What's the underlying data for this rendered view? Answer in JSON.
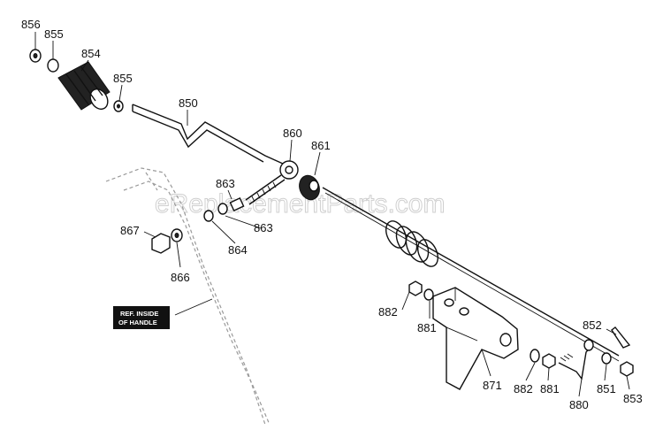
{
  "watermark": "eReplacementParts.com",
  "reference_note": {
    "line1": "REF. INSIDE",
    "line2": "OF HANDLE"
  },
  "part_labels": {
    "p856": "856",
    "p855a": "855",
    "p854": "854",
    "p855b": "855",
    "p850": "850",
    "p860": "860",
    "p861": "861",
    "p863a": "863",
    "p863b": "863",
    "p864": "864",
    "p867": "867",
    "p866": "866",
    "p882a": "882",
    "p881a": "881",
    "p871": "871",
    "p882b": "882",
    "p881b": "881",
    "p880": "880",
    "p852": "852",
    "p851": "851",
    "p853": "853"
  }
}
